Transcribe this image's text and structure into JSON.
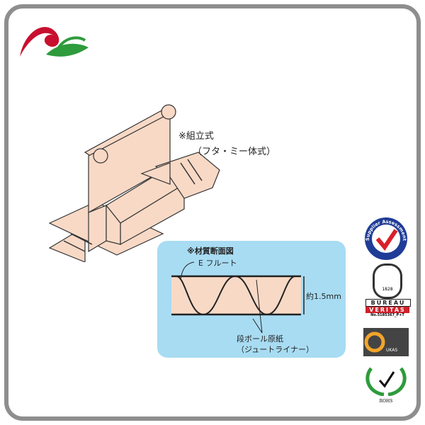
{
  "box_caption": {
    "line1": "※組立式",
    "line2": "（フタ・ミー体式）"
  },
  "cross_section": {
    "title": "※材質断面図",
    "flute_label": "E フルート",
    "thickness_label": "約1.5mm",
    "paper_label": "段ボール原紙",
    "paper_sub_label": "（ジュートライナー）"
  },
  "certifications": {
    "supplier": "Supplier Assessment",
    "bureau_top": "BUREAU",
    "bureau_bottom": "VERITAS",
    "bureau_number": "No.5185367_P+T",
    "bureau_year": "1828",
    "ukas": "UKAS",
    "rohs": "ROHS"
  },
  "colors": {
    "frame": "#8e8e8e",
    "box": "#f8d9c6",
    "panel": "#a8dcf3",
    "logo_red": "#c8102e",
    "logo_green": "#2e9b3c"
  }
}
